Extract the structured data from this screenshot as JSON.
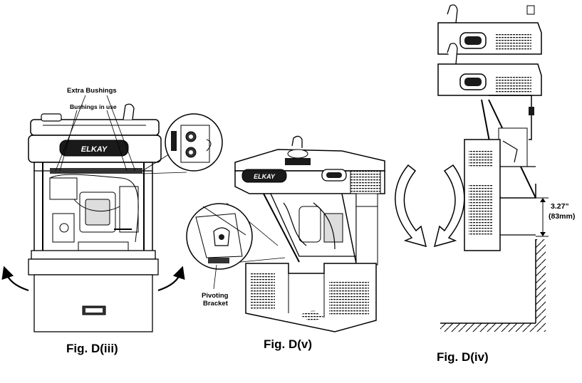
{
  "figures": {
    "d3": {
      "caption": "Fig. D(iii)",
      "callout_extra": "Extra Bushings",
      "callout_use": "Bushings in use",
      "logo": "ELKAY"
    },
    "d5": {
      "caption": "Fig. D(v)",
      "callout_bracket_line1": "Pivoting",
      "callout_bracket_line2": "Bracket",
      "logo": "ELKAY"
    },
    "d4": {
      "caption": "Fig. D(iv)",
      "dimension_line1": "3.27”",
      "dimension_line2": "(83mm)"
    }
  },
  "colors": {
    "ink": "#000000",
    "body_fill": "#ffffff",
    "dark_panel": "#1a1a1a",
    "mid_gray": "#777777"
  }
}
